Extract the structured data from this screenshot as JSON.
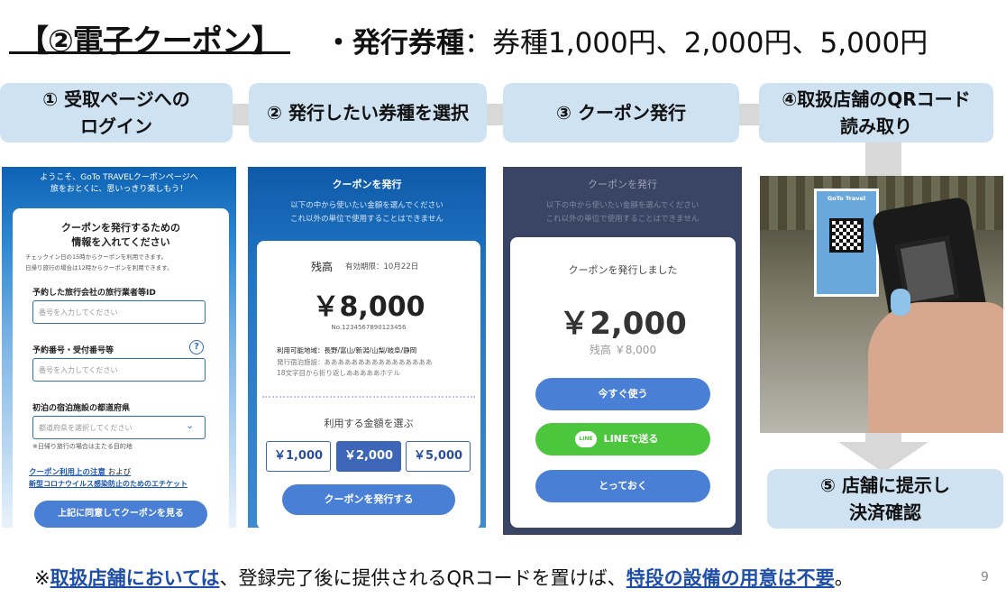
{
  "header": {
    "title": "【②電子クーポン】",
    "subtitle_bold": "・発行券種",
    "subtitle_rest": "：券種1,000円、2,000円、5,000円"
  },
  "steps": [
    {
      "label": "① 受取ページへの\nログイン"
    },
    {
      "label": "② 発行したい券種を選択"
    },
    {
      "label": "③ クーポン発行"
    },
    {
      "label": "④取扱店舗のQRコード\n読み取り"
    },
    {
      "label": "⑤ 店舗に提示し\n決済確認"
    }
  ],
  "screen1": {
    "header": "ようこそ、GoTo TRAVELクーポンページへ\n旅をおとくに、思いっきり楽しもう！",
    "card_title": "クーポンを発行するための\n情報を入れてください",
    "card_note": "チェックイン日の15時からクーポンを利用できます。\n日帰り旅行の場合は12時からクーポンを利用できます。",
    "field1_label": "予約した旅行会社の旅行業者等ID",
    "field1_placeholder": "番号を入力してください",
    "field2_label": "予約番号・受付番号等",
    "field2_placeholder": "番号を入力してください",
    "field3_label": "初泊の宿泊施設の都道府県",
    "field3_placeholder": "都道府県を選択してください",
    "field3_note": "※日帰り旅行の場合は主たる目的地",
    "link1": "クーポン利用上の注意",
    "link1_suffix": " および",
    "link2": "新型コロナウイルス感染防止のためのエチケット",
    "submit": "上記に同意してクーポンを見る"
  },
  "screen2": {
    "header": "クーポンを発行",
    "sub": "以下の中から使いたい金額を選んでください\nこれ以外の単位で使用することはできません",
    "balance_label": "残高",
    "expiry": "有効期限：10月22日",
    "amount": "￥8,000",
    "number": "No.1234567890123456",
    "area": "利用可能地域：長野/富山/新潟/山梨/岐阜/静岡",
    "facility": "発行宿泊施設：ああああああああああああああああ\n18文字目から折り返しあああああホテル",
    "choose": "利用する金額を選ぶ",
    "amounts": [
      "￥1,000",
      "￥2,000",
      "￥5,000"
    ],
    "issue_button": "クーポンを発行する"
  },
  "screen3": {
    "header": "クーポンを発行",
    "sub": "以下の中から使いたい金額を選んでください\nこれ以外の単位で使用することはできません",
    "issued": "クーポンを発行しました",
    "amount": "￥2,000",
    "remaining": "残高 ￥8,000",
    "use_now": "今すぐ使う",
    "line_icon": "LINE",
    "line_send": "LINEで送る",
    "keep": "とっておく"
  },
  "photo": {
    "sign_text": "GoTo Travel"
  },
  "footer": {
    "prefix": "※",
    "highlight1": "取扱店舗においては",
    "middle": "、登録完了後に提供されるQRコードを置けば、",
    "highlight2": "特段の設備の用意は不要",
    "suffix": "。"
  },
  "page_number": "9",
  "colors": {
    "step_bg": "#cfe2f2",
    "accent": "#1f4ea8",
    "button_blue": "#4a7fd6",
    "line_green": "#4cc63d"
  }
}
